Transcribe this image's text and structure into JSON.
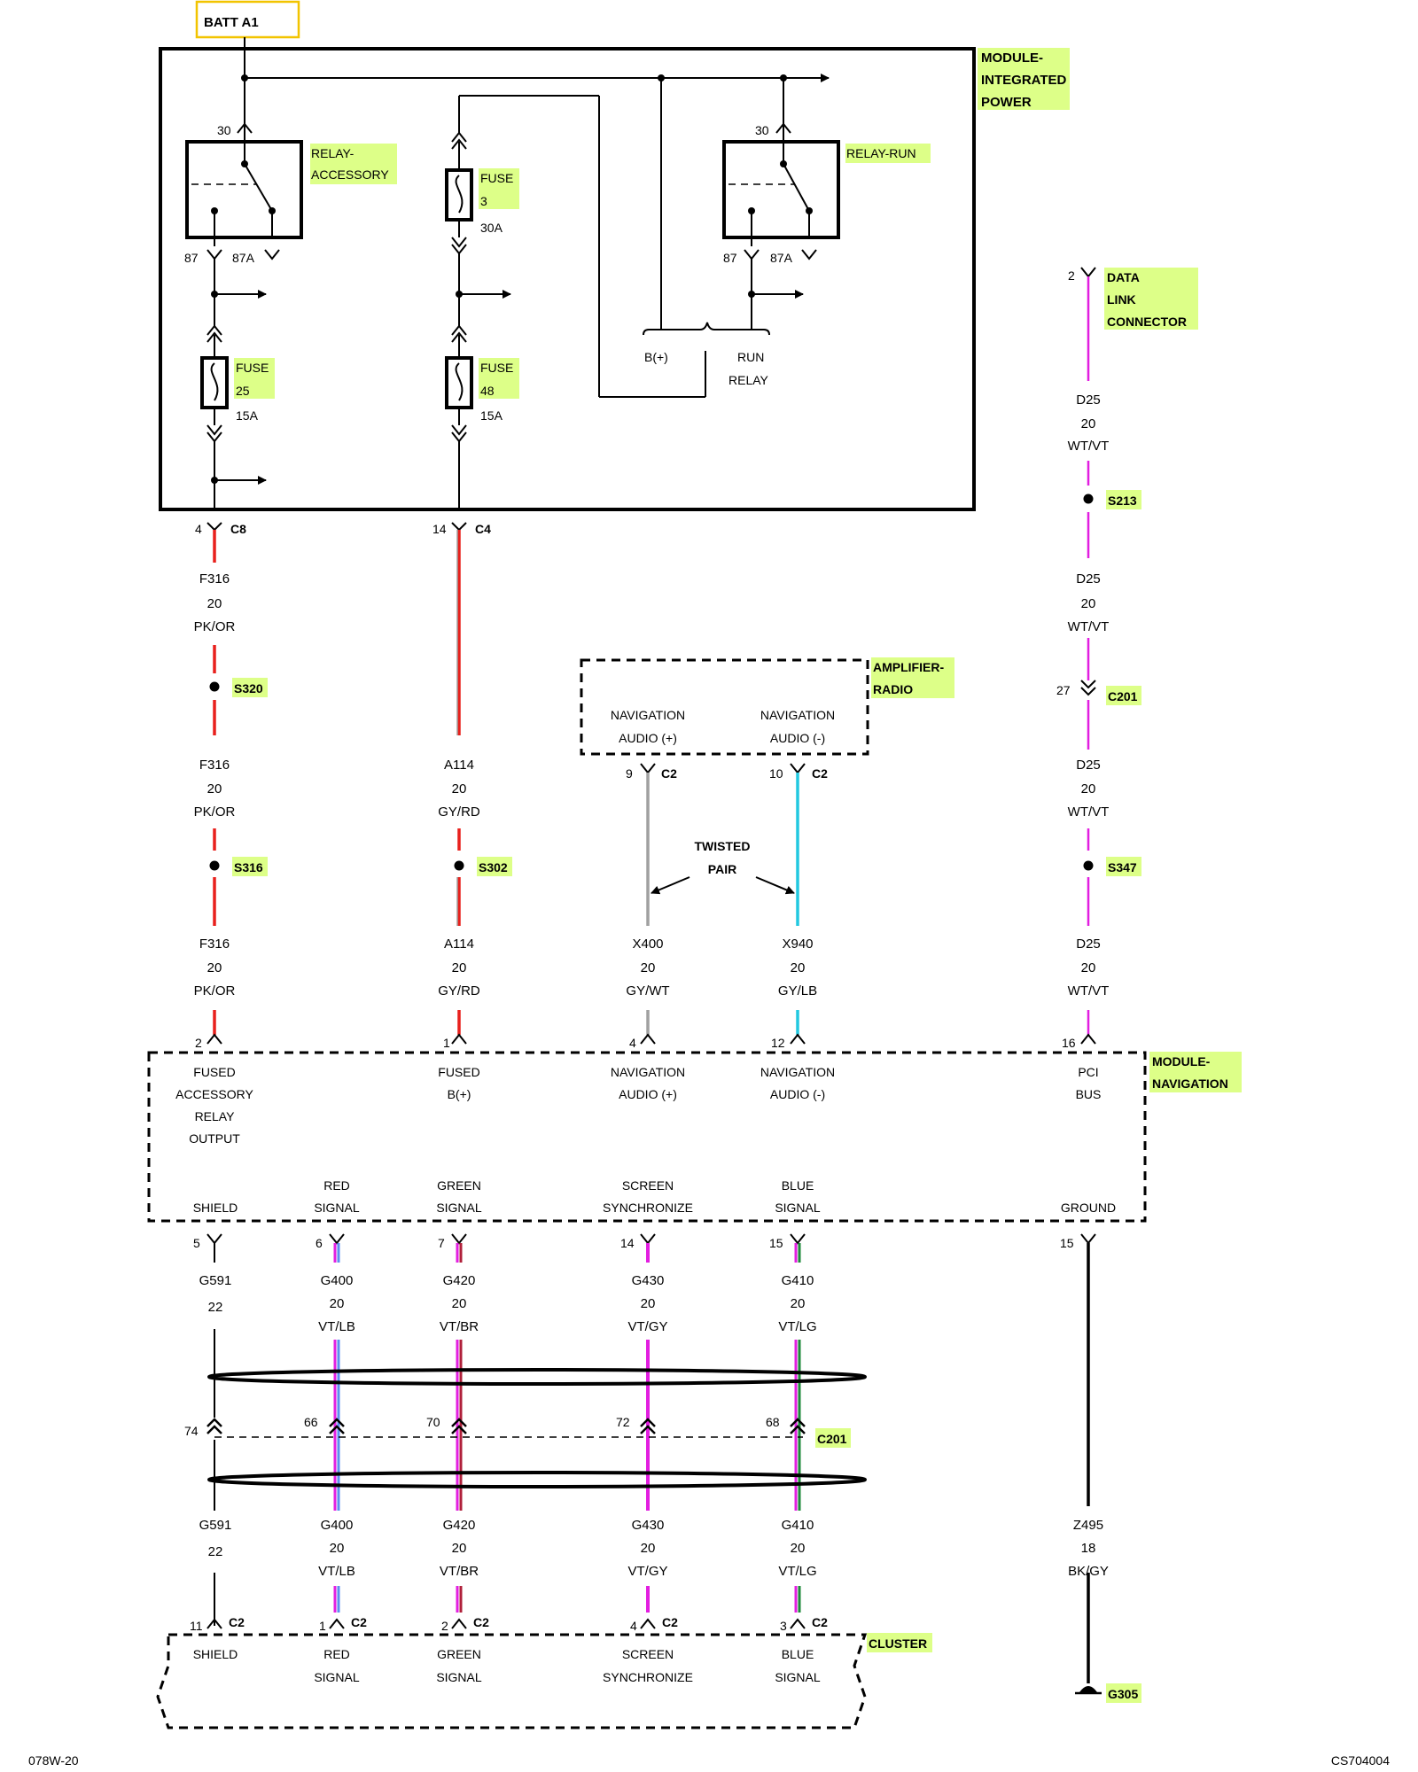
{
  "colors": {
    "highlight": "#ddff88",
    "batt_box": "#f2c400",
    "red": "#e8201c",
    "gray": "#a0a0a0",
    "cyan": "#22c8e0",
    "magenta": "#e21ee0",
    "blue": "#5a8ef0",
    "green": "#1d8a3a",
    "black": "#000000"
  },
  "labels": {
    "batt": "BATT A1",
    "ipm": [
      "MODULE-",
      "INTEGRATED",
      "POWER"
    ],
    "relay_acc": [
      "RELAY-",
      "ACCESSORY"
    ],
    "relay_run": "RELAY-RUN",
    "fuse3": [
      "FUSE",
      "3"
    ],
    "fuse3_amp": "30A",
    "fuse25": [
      "FUSE",
      "25"
    ],
    "fuse25_amp": "15A",
    "fuse48": [
      "FUSE",
      "48"
    ],
    "fuse48_amp": "15A",
    "pin30": "30",
    "pin87": "87",
    "pin87a": "87A",
    "bplus": "B(+)",
    "run_relay": [
      "RUN",
      "RELAY"
    ],
    "dlc": [
      "DATA",
      "LINK",
      "CONNECTOR"
    ],
    "dlc_pin": "2",
    "amp": [
      "AMPLIFIER-",
      "RADIO"
    ],
    "amp_fn1": [
      "NAVIGATION",
      "AUDIO (+)"
    ],
    "amp_fn2": [
      "NAVIGATION",
      "AUDIO (-)"
    ],
    "amp_pin1": "9",
    "amp_pin2": "10",
    "c2": "C2",
    "twisted": [
      "TWISTED",
      "PAIR"
    ],
    "c8": "C8",
    "c8_pin": "4",
    "c4": "C4",
    "c4_pin": "14",
    "s320": "S320",
    "s316": "S316",
    "s302": "S302",
    "s213": "S213",
    "s347": "S347",
    "c201": "C201",
    "c201_pin": "27",
    "nav": [
      "MODULE-",
      "NAVIGATION"
    ],
    "nav_top": [
      [
        "FUSED",
        "ACCESSORY",
        "RELAY",
        "OUTPUT"
      ],
      [
        "FUSED",
        "B(+)"
      ],
      [
        "NAVIGATION",
        "AUDIO (+)"
      ],
      [
        "NAVIGATION",
        "AUDIO (-)"
      ],
      [
        "PCI",
        "BUS"
      ]
    ],
    "nav_top_pins": [
      "2",
      "1",
      "4",
      "12",
      "16"
    ],
    "nav_bot": [
      [
        "SHIELD"
      ],
      [
        "RED",
        "SIGNAL"
      ],
      [
        "GREEN",
        "SIGNAL"
      ],
      [
        "SCREEN",
        "SYNCHRONIZE"
      ],
      [
        "BLUE",
        "SIGNAL"
      ],
      [
        "GROUND"
      ]
    ],
    "nav_bot_pins": [
      "5",
      "6",
      "7",
      "14",
      "15",
      "15"
    ],
    "c201_pins": [
      "74",
      "66",
      "70",
      "72",
      "68"
    ],
    "cluster": "CLUSTER",
    "cl_fn": [
      [
        "SHIELD"
      ],
      [
        "RED",
        "SIGNAL"
      ],
      [
        "GREEN",
        "SIGNAL"
      ],
      [
        "SCREEN",
        "SYNCHRONIZE"
      ],
      [
        "BLUE",
        "SIGNAL"
      ]
    ],
    "cl_pins": [
      "11",
      "1",
      "2",
      "4",
      "3"
    ],
    "g305": "G305",
    "footer_left": "078W-20",
    "footer_right": "CS704004"
  },
  "wires": {
    "f316": [
      "F316",
      "20",
      "PK/OR"
    ],
    "a114": [
      "A114",
      "20",
      "GY/RD"
    ],
    "d25": [
      "D25",
      "20",
      "WT/VT"
    ],
    "x400": [
      "X400",
      "20",
      "GY/WT"
    ],
    "x940": [
      "X940",
      "20",
      "GY/LB"
    ],
    "g591": [
      "G591",
      "22"
    ],
    "g400": [
      "G400",
      "20",
      "VT/LB"
    ],
    "g420": [
      "G420",
      "20",
      "VT/BR"
    ],
    "g430": [
      "G430",
      "20",
      "VT/GY"
    ],
    "g410": [
      "G410",
      "20",
      "VT/LG"
    ],
    "z495": [
      "Z495",
      "18",
      "BK/GY"
    ]
  }
}
